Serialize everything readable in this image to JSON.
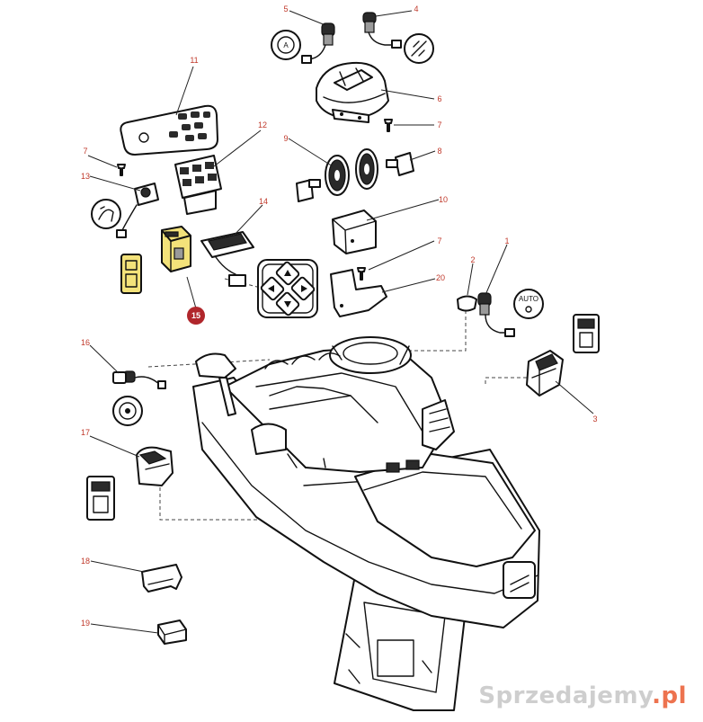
{
  "callouts": [
    {
      "id": "c1",
      "label": "1"
    },
    {
      "id": "c2",
      "label": "2"
    },
    {
      "id": "c3",
      "label": "3"
    },
    {
      "id": "c4",
      "label": "4"
    },
    {
      "id": "c5",
      "label": "5"
    },
    {
      "id": "c6",
      "label": "6"
    },
    {
      "id": "c7a",
      "label": "7"
    },
    {
      "id": "c7b",
      "label": "7"
    },
    {
      "id": "c7c",
      "label": "7"
    },
    {
      "id": "c8",
      "label": "8"
    },
    {
      "id": "c9",
      "label": "9"
    },
    {
      "id": "c10",
      "label": "10"
    },
    {
      "id": "c11",
      "label": "11"
    },
    {
      "id": "c12",
      "label": "12"
    },
    {
      "id": "c13",
      "label": "13"
    },
    {
      "id": "c14",
      "label": "14"
    },
    {
      "id": "c15",
      "label": "15"
    },
    {
      "id": "c16",
      "label": "16"
    },
    {
      "id": "c17",
      "label": "17"
    },
    {
      "id": "c18",
      "label": "18"
    },
    {
      "id": "c19",
      "label": "19"
    },
    {
      "id": "c20",
      "label": "20"
    }
  ],
  "highlighted_part": "15",
  "icons": {
    "auto_label": "AUTO",
    "auto_symbol_label": "A"
  },
  "watermark": {
    "text": "Sprzedajemy",
    "suffix": ".pl"
  },
  "colors": {
    "callout": "#c0392b",
    "highlight": "#f3e27a",
    "badge": "#b0262b",
    "watermark": "#bebebe"
  }
}
